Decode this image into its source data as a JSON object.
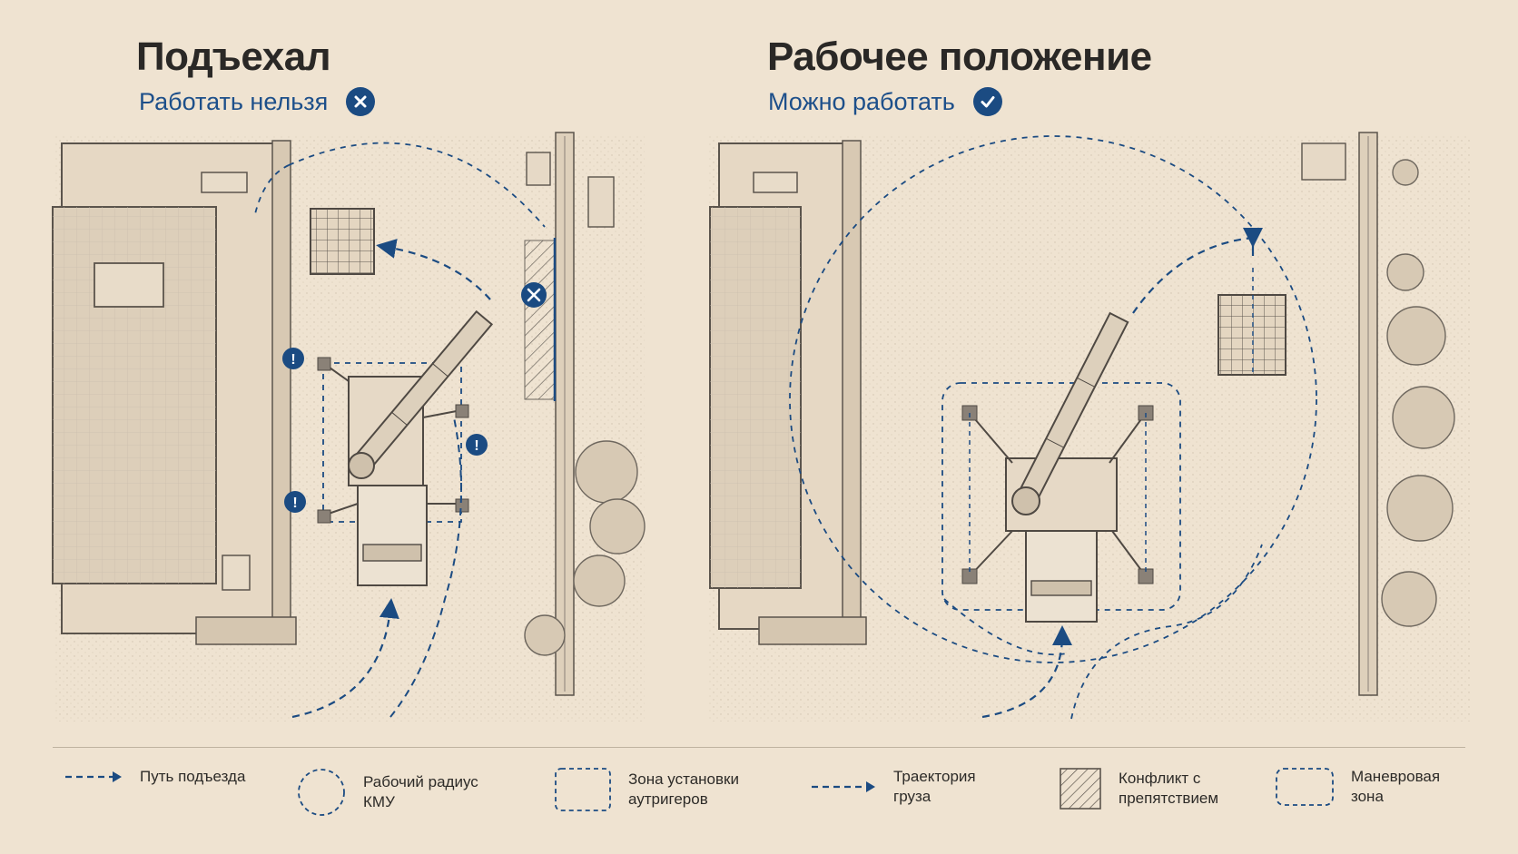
{
  "left_panel": {
    "title": "Подъехал",
    "status": "Работать нельзя",
    "status_icon": "cross-icon"
  },
  "right_panel": {
    "title": "Рабочее положение",
    "status": "Можно работать",
    "status_icon": "check-icon"
  },
  "legend": {
    "approach_path": "Путь подъезда",
    "working_radius": "Рабочий радиус\nКМУ",
    "outrigger_zone": "Зона установки\nаутригеров",
    "load_trajectory": "Траектория\nгруза",
    "obstacle_conflict": "Конфликт с\nпрепятствием",
    "maneuver_zone": "Маневровая\nзона"
  },
  "colors": {
    "background": "#efe3d1",
    "accent_blue": "#1b4b82",
    "sketch": "#5b544c"
  }
}
